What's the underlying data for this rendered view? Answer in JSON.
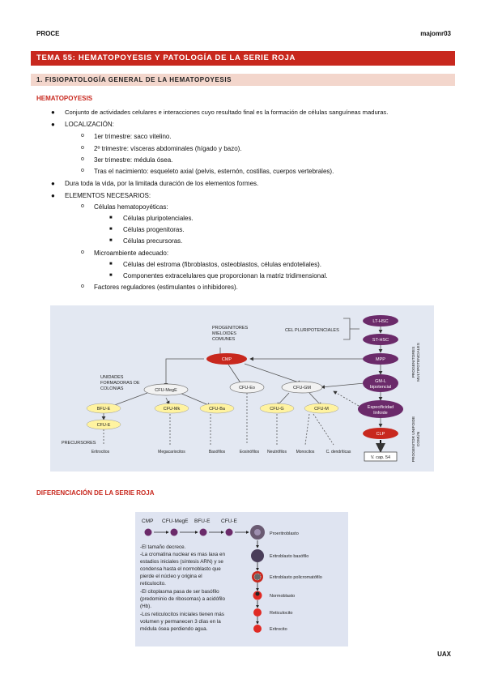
{
  "header": {
    "left": "PROCE",
    "right": "majomr03"
  },
  "topic_title": "TEMA 55: HEMATOPOYESIS Y PATOLOGÍA DE LA SERIE ROJA",
  "section_title": "1. FISIOPATOLOGÍA GENERAL DE LA HEMATOPOYESIS",
  "sub1": "HEMATOPOYESIS",
  "bullets": {
    "b1": "Conjunto de actividades celulares e interacciones cuyo resultado final es la formación de células sanguíneas maduras.",
    "b2": "LOCALIZACIÓN:",
    "b2_1": "1er trimestre: saco vitelino.",
    "b2_2": "2º trimestre: vísceras abdominales (hígado y bazo).",
    "b2_3": "3er trimestre: médula ósea.",
    "b2_4": "Tras el nacimiento: esqueleto axial (pelvis, esternón, costillas, cuerpos vertebrales).",
    "b3": "Dura toda la vida, por la limitada duración de los elementos formes.",
    "b4": "ELEMENTOS NECESARIOS:",
    "b4_1": "Células hematopoyéticas:",
    "b4_1a": "Células pluripotenciales.",
    "b4_1b": "Células progenitoras.",
    "b4_1c": "Células precursoras.",
    "b4_2": "Microambiente adecuado:",
    "b4_2a": "Células del estroma (fibroblastos, osteoblastos, células endoteliales).",
    "b4_2b": "Componentes extracelulares que proporcionan la matriz tridimensional.",
    "b4_3": "Factores reguladores (estimulantes o inhibidores)."
  },
  "fig1": {
    "progenitores": [
      "PROGENITORES",
      "MIELOIDES",
      "COMUNES"
    ],
    "cel_pluri": "CEL PLURIPOTENCIALES",
    "lt_hsc": "LT-HSC",
    "st_hsc": "ST-HSC",
    "mpp": "MPP",
    "cmp": "CMP",
    "unidades": [
      "UNIDADES",
      "FORMADORAS DE",
      "COLONIAS"
    ],
    "cfu_mege": "CFU-MegE",
    "cfu_eo": "CFU-Eo",
    "cfu_gm": "CFU-GM",
    "gml": [
      "GM-L",
      "bipotencial"
    ],
    "bfu_e": "BFU-E",
    "cfu_mk": "CFU-Mk",
    "cfu_ba": "CFU-Ba",
    "cfu_g": "CFU-G",
    "cfu_m": "CFU-M",
    "cfu_e": "CFU-E",
    "especificidad": [
      "Especificidad",
      "linfoide"
    ],
    "clp": "CLP",
    "vcap": "V. cap. 54",
    "precursores": "PRECURSORES",
    "progenitores_multi": [
      "PROGENITORES",
      "MULTIPOTENCIALES"
    ],
    "progenitor_unifoide": [
      "PROGENITOR UNIFOIDE",
      "COMÚN"
    ],
    "bottom": [
      "Eritrocitos",
      "Megacariocitos",
      "Basófilos",
      "Eosinófilos",
      "Neutrófilos",
      "Monocitos",
      "C. dendríticas"
    ]
  },
  "sub2": "DIFERENCIACIÓN DE LA SERIE ROJA",
  "fig2": {
    "top_labels": [
      "CMP",
      "CFU-MegE",
      "BFU-E",
      "CFU-E"
    ],
    "notes": [
      "-El tamaño decrece.",
      "-La cromatina nuclear es mas laxa en",
      "estadios iniciales (síntesis ARN) y se",
      "condensa hasta el normoblasto que",
      "pierde el núcleo y origina el",
      "reticulocito.",
      "-El citoplasma pasa de ser basófilo",
      "(predominio de ribosomas) a acidófilo",
      "(Hb).",
      "-Los reticulocitos iniciales tienen más",
      "volumen y permanecen 3 días en la",
      "médula ósea perdiendo agua."
    ],
    "stages": [
      "Proeritroblasto",
      "Eritroblasto basófilo",
      "Eritroblasto policromatófilo",
      "Normoblasto",
      "Reticulocito",
      "Eritrocito"
    ]
  },
  "footer": "UAX",
  "colors": {
    "accent": "#c8281e",
    "section_bg": "#f3d6cc",
    "purple": "#6b2a6a",
    "yellow": "#fff3a0"
  }
}
